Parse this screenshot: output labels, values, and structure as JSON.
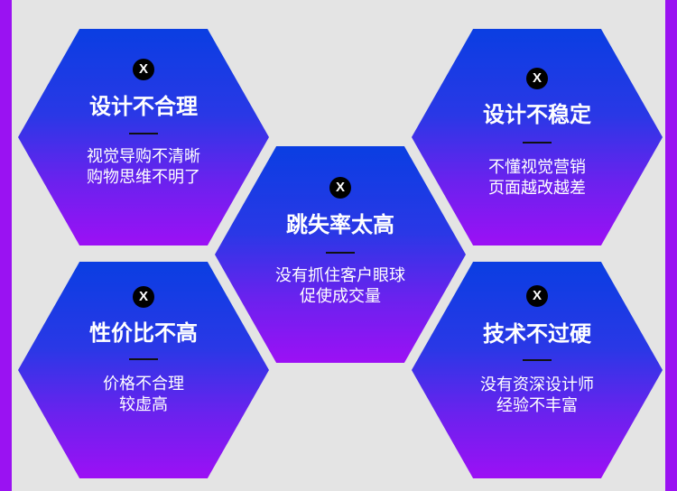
{
  "cards": [
    {
      "badge": "X",
      "title": "设计不合理",
      "lines": [
        "视觉导购不清晰",
        "购物思维不明了"
      ]
    },
    {
      "badge": "X",
      "title": "跳失率太高",
      "lines": [
        "没有抓住客户眼球",
        "促使成交量"
      ]
    },
    {
      "badge": "X",
      "title": "设计不稳定",
      "lines": [
        "不懂视觉营销",
        "页面越改越差"
      ]
    },
    {
      "badge": "X",
      "title": "性价比不高",
      "lines": [
        "价格不合理",
        "较虚高"
      ]
    },
    {
      "badge": "X",
      "title": "技术不过硬",
      "lines": [
        "没有资深设计师",
        "经验不丰富"
      ]
    }
  ],
  "colors": {
    "top": "#0a3ee2",
    "bottom": "#9c10f5",
    "strip": "#9a12f2",
    "background": "#e4e4e4"
  }
}
